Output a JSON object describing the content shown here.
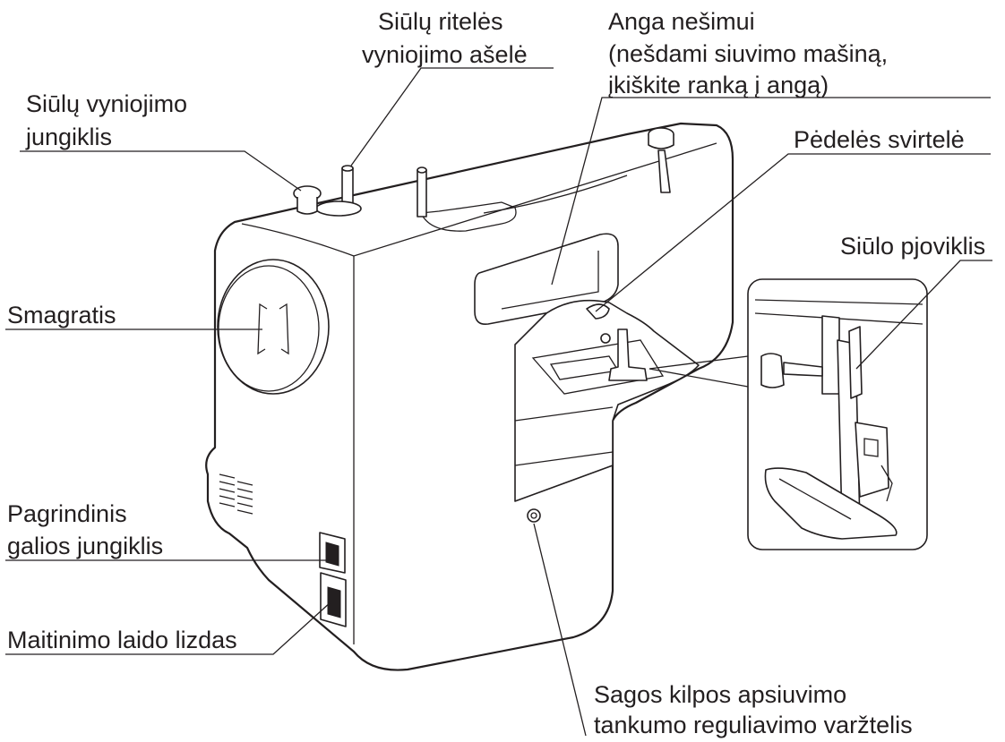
{
  "labels": {
    "bobbin_winder_shaft": [
      "Siūlų ritelės",
      "vyniojimo ašelė"
    ],
    "carrying_handle": [
      "Anga nešimui",
      "(nešdami siuvimo mašiną,",
      "įkiškite ranką į angą)"
    ],
    "winding_switch": [
      "Siūlų vyniojimo",
      "jungiklis"
    ],
    "presser_foot_lever": "Pėdelės svirtelė",
    "thread_cutter": "Siūlo pjoviklis",
    "handwheel": "Smagratis",
    "main_power_switch": [
      "Pagrindinis",
      "galios jungiklis"
    ],
    "power_cord_socket": "Maitinimo laido lizdas",
    "buttonhole_screw": [
      "Sagos kilpos apsiuvimo",
      "tankumo reguliavimo varžtelis"
    ]
  },
  "colors": {
    "line": "#231f20",
    "background": "#ffffff"
  }
}
